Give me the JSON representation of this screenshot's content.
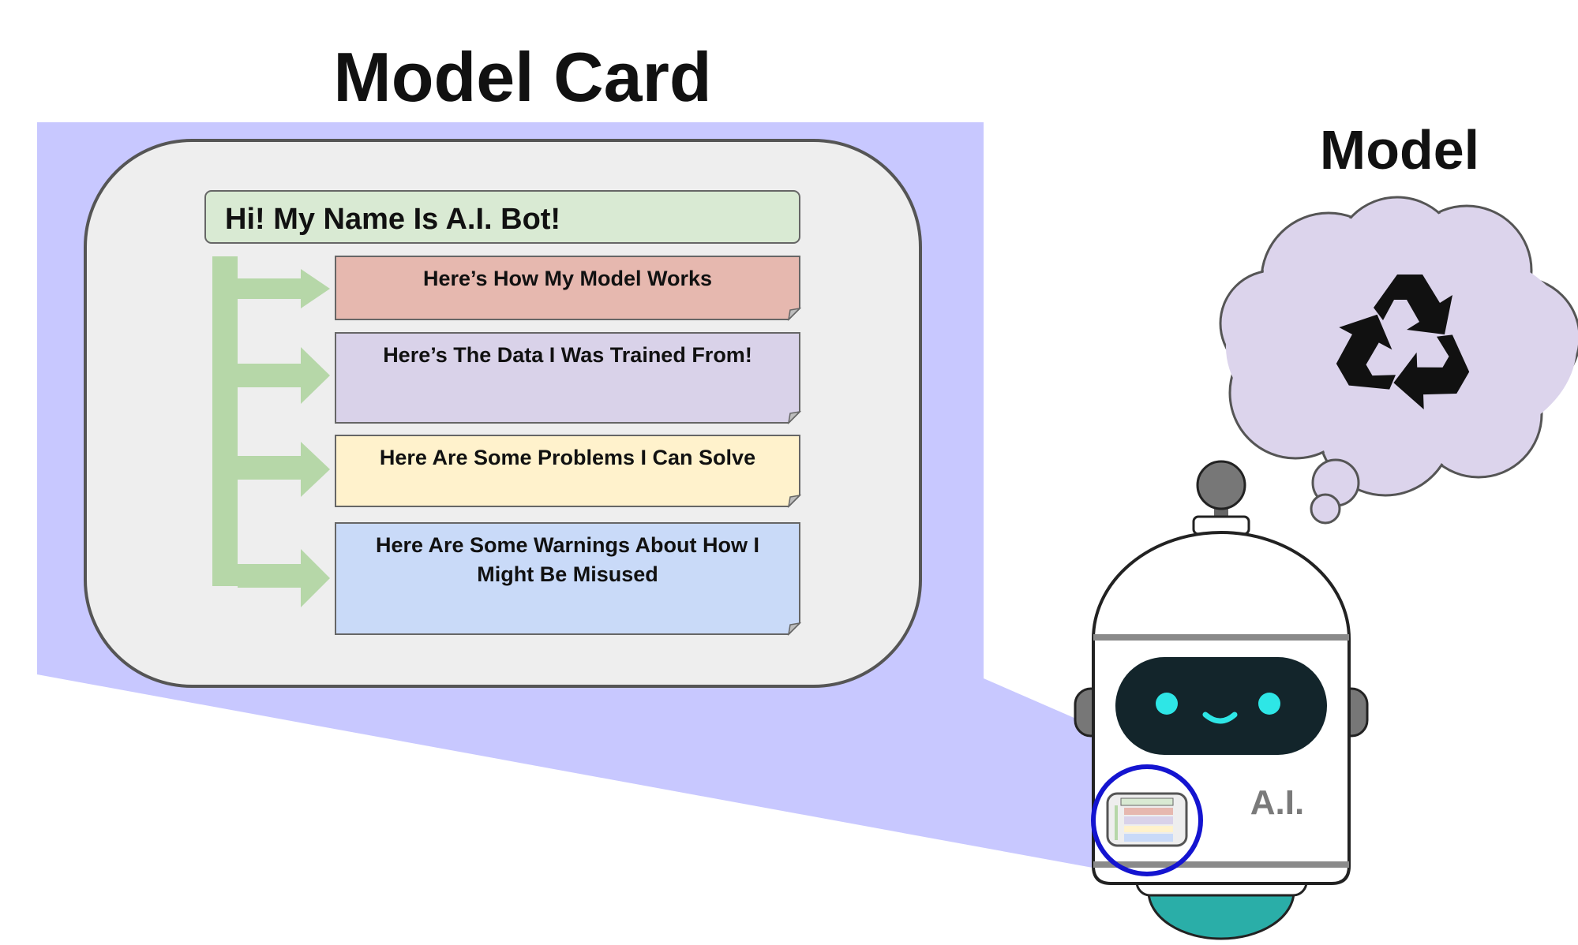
{
  "titles": {
    "model_card": "Model Card",
    "model": "Model"
  },
  "card": {
    "header": "Hi! My Name Is A.I. Bot!",
    "sections": [
      {
        "lines": [
          "Here’s How My Model Works"
        ],
        "color": "#e6b8af"
      },
      {
        "lines": [
          "Here’s The Data I Was Trained From!"
        ],
        "color": "#d9d2e9"
      },
      {
        "lines": [
          "Here Are Some Problems I Can Solve"
        ],
        "color": "#fff2cc"
      },
      {
        "lines": [
          "Here Are Some Warnings About How I",
          "Might Be Misused"
        ],
        "color": "#c9daf8"
      }
    ]
  },
  "robot": {
    "chest_label": "A.I."
  },
  "thought": {
    "icon": "recycle-icon"
  },
  "colors": {
    "zoom_highlight": "#c8c8ff",
    "card_panel": "#eeeeee",
    "header_fill": "#d9ead3",
    "arrow_green": "#b6d7a8",
    "cloud_fill": "#dcd4ec",
    "robot_face": "#13252b",
    "robot_eyes": "#2ee6e6",
    "robot_base": "#2aaea8",
    "magnifier_ring": "#1414d0"
  }
}
